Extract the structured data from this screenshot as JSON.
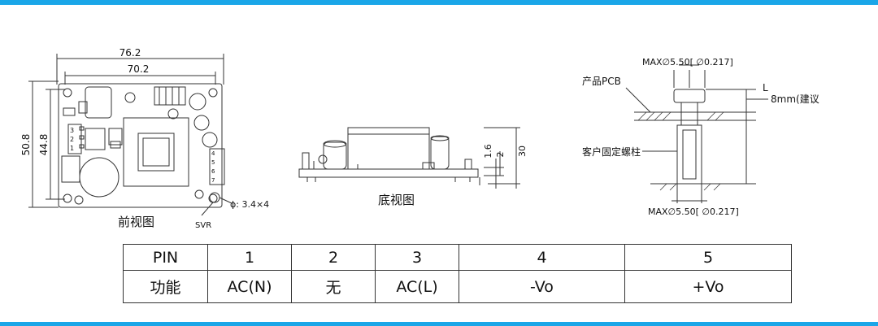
{
  "front_view": {
    "caption": "前视图",
    "dim_width_outer": "76.2",
    "dim_width_inner": "70.2",
    "dim_height_outer": "50.8",
    "dim_height_inner": "44.8",
    "hole_spec": "ϕ: 3.4×4",
    "svr_label": "SVR",
    "left_pins": [
      "3",
      "2",
      "1"
    ],
    "right_pins": [
      "4",
      "5",
      "6",
      "7"
    ]
  },
  "bottom_view": {
    "caption": "底视图",
    "dim_pin_length": "1.6",
    "dim_board": "2",
    "dim_total_height": "30"
  },
  "mount_detail": {
    "top_spec": "MAX∅5.50[ ∅0.217]",
    "bottom_spec": "MAX∅5.50[ ∅0.217]",
    "pcb_label": "产品PCB",
    "standoff_label": "客户固定螺柱",
    "dim_l": "L",
    "recommend": "8mm(建议"
  },
  "pin_table": {
    "header": [
      "PIN",
      "1",
      "2",
      "3",
      "4",
      "5"
    ],
    "row": [
      "功能",
      "AC(N)",
      "无",
      "AC(L)",
      "-Vo",
      "+Vo"
    ]
  },
  "colors": {
    "accent_bar": "#1aa6e8",
    "line": "#333333"
  }
}
